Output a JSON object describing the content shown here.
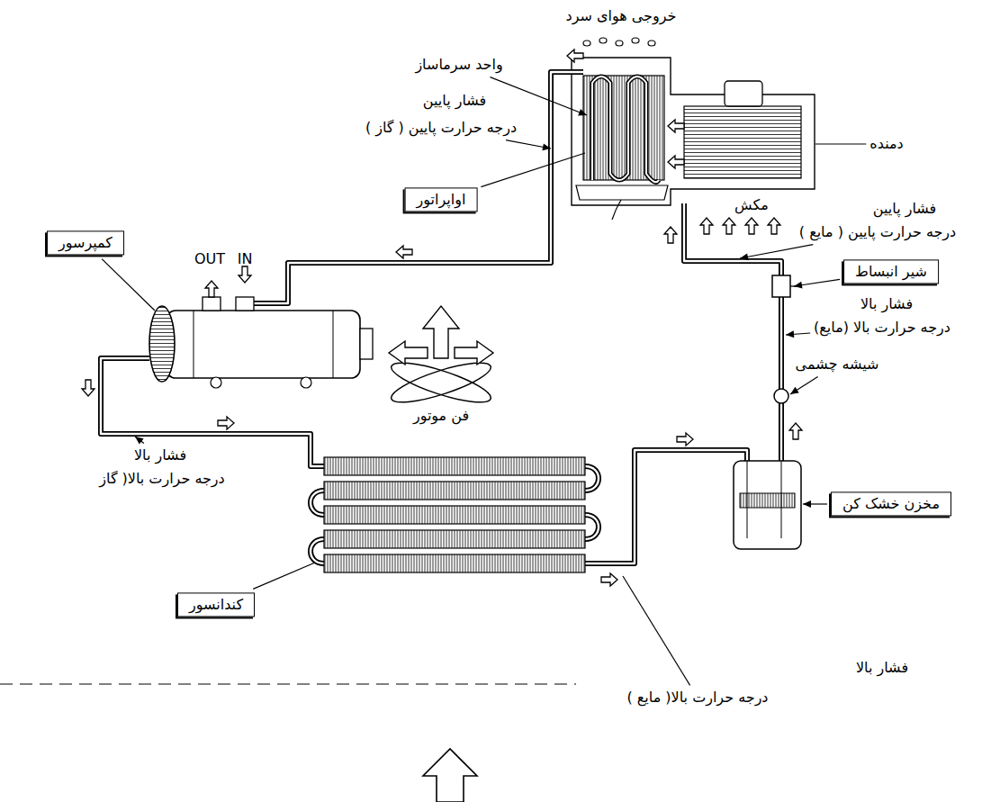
{
  "diagram": {
    "nodes": [
      {
        "text": [
          "اواپراتور"
        ]
      },
      {
        "text": [
          "کمپرسور"
        ]
      },
      {
        "text": [
          "شیر انبساط"
        ]
      },
      {
        "text": [
          "مخزن خشک کن"
        ]
      },
      {
        "text": [
          "کندانسور"
        ]
      }
    ],
    "labels": [
      "خروجی هوای سرد",
      "واحد سرماساز",
      "فشار پایین",
      "درجه حرارت پایین ( گاز )",
      "دمنده",
      "مکش",
      "OUT",
      "IN",
      "فشار پایین",
      "درجه حرارت پایین ( مایع )",
      "فشار بالا",
      "درجه حرارت بالا (مایع)",
      "شیشه چشمی",
      "فن موتور",
      "فشار بالا",
      "درجه حرارت بالا( گاز",
      "فشار بالا",
      "درجه حرارت بالا( مایع )"
    ]
  }
}
